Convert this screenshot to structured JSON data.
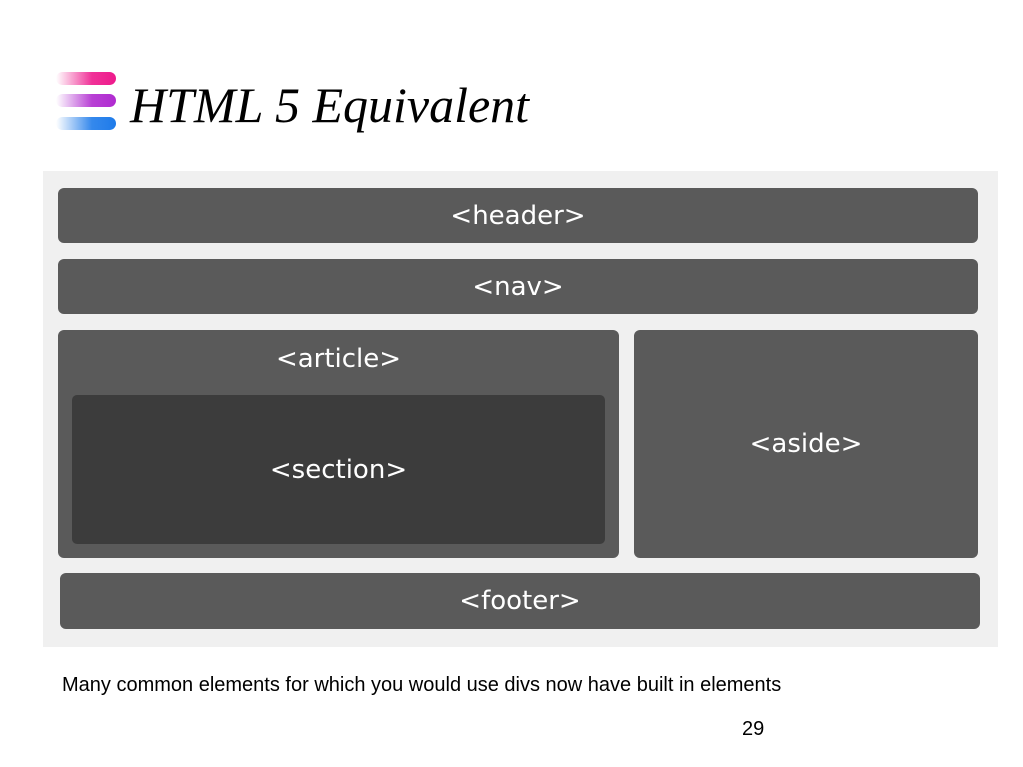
{
  "slide": {
    "title": "HTML 5 Equivalent",
    "caption": "Many common elements for which you would use divs now have built in elements",
    "page_number": "29"
  },
  "diagram": {
    "header": "<header>",
    "nav": "<nav>",
    "article": "<article>",
    "section": "<section>",
    "aside": "<aside>",
    "footer": "<footer>"
  },
  "colors": {
    "block": "#5a5a5a",
    "section": "#3c3c3c",
    "panel": "#f0f0f0",
    "logo_pink": "#ee1a8c",
    "logo_purple": "#b02bd0",
    "logo_blue": "#1e7bea"
  }
}
